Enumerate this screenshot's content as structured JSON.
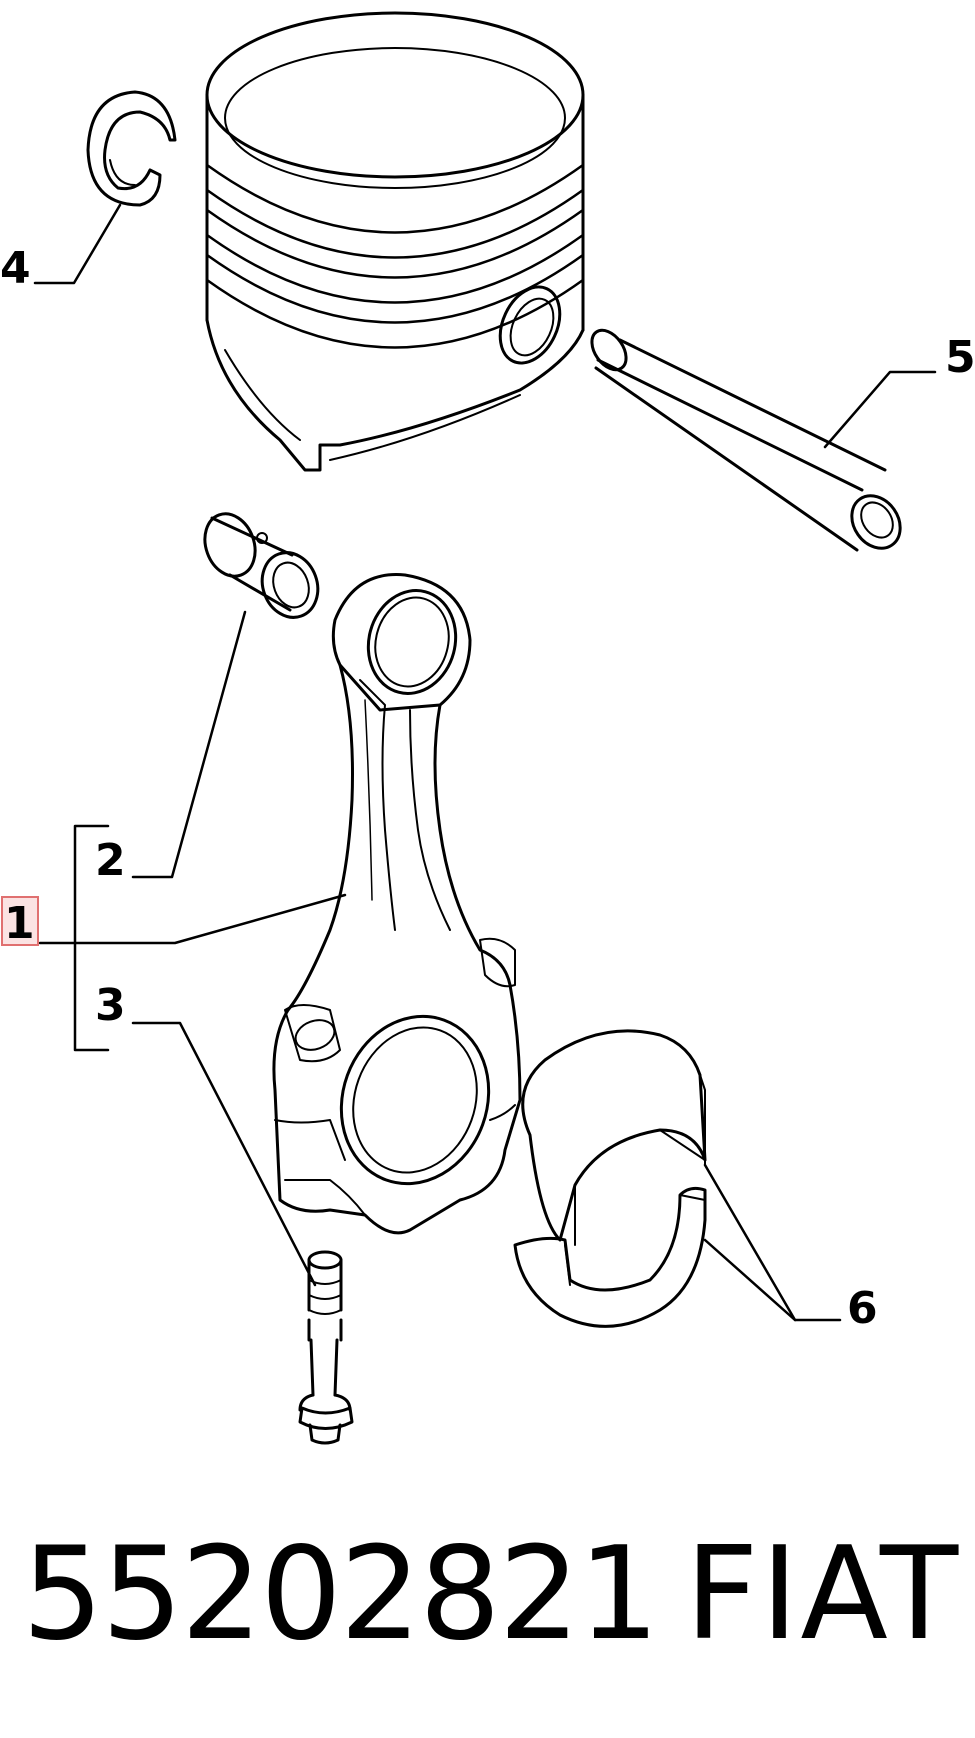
{
  "callouts": {
    "c1": "1",
    "c2": "2",
    "c3": "3",
    "c4": "4",
    "c5": "5",
    "c6": "6"
  },
  "footer": {
    "part_number": "55202821",
    "brand": "FIAT"
  },
  "colors": {
    "line": "#000000",
    "highlight_box": "#e07070",
    "highlight_fill": "#fbe3e3"
  }
}
